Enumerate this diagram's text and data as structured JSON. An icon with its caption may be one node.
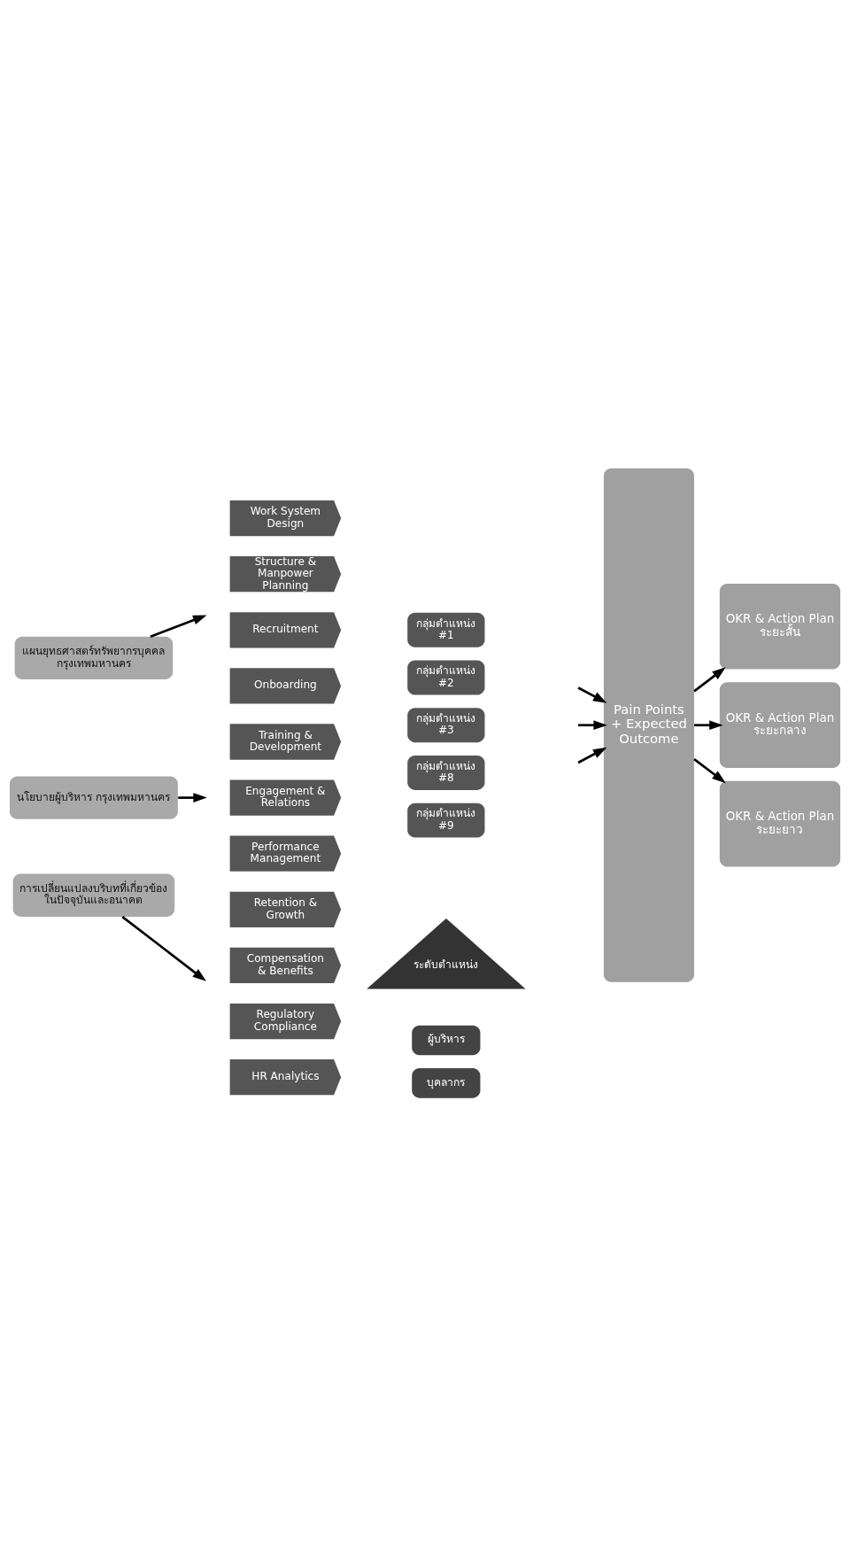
{
  "diagram": {
    "nodes": [
      {
        "text": [
          "แผนยุทธศาสตร์ทรัพยากรบุคคล กรุงเทพมหานคร"
        ]
      },
      {
        "text": [
          "นโยบายผู้บริหาร กรุงเทพมหานคร"
        ]
      },
      {
        "text": [
          "การเปลี่ยนแปลงบริบทที่เกี่ยวข้อง ในปัจจุบันและอนาคต"
        ]
      },
      {
        "text": [
          "ระดับตำแหน่ง"
        ]
      },
      {
        "text": [
          "Work System Design"
        ]
      },
      {
        "text": [
          "Structure & Manpower Planning"
        ]
      },
      {
        "text": [
          "Recruitment"
        ]
      },
      {
        "text": [
          "Onboarding"
        ]
      },
      {
        "text": [
          "Training & Development"
        ]
      },
      {
        "text": [
          "Engagement & Relations"
        ]
      },
      {
        "text": [
          "Performance Management"
        ]
      },
      {
        "text": [
          "Retention & Growth"
        ]
      },
      {
        "text": [
          "Compensation & Benefits"
        ]
      },
      {
        "text": [
          "Regulatory Compliance"
        ]
      },
      {
        "text": [
          "HR Analytics"
        ]
      },
      {
        "text": [
          "กลุ่มตำแหน่ง #1"
        ]
      },
      {
        "text": [
          "กลุ่มตำแหน่ง #2"
        ]
      },
      {
        "text": [
          "กลุ่มตำแหน่ง #3"
        ]
      },
      {
        "text": [
          "กลุ่มตำแหน่ง #8"
        ]
      },
      {
        "text": [
          "กลุ่มตำแหน่ง #9"
        ]
      },
      {
        "text": [
          "ผู้บริหาร"
        ]
      },
      {
        "text": [
          "บุคลากร"
        ]
      },
      {
        "text": [
          "Pain Points + Expected Outcome"
        ]
      },
      {
        "text": [
          "OKR & Action Plan",
          "ระยะสั้น"
        ]
      },
      {
        "text": [
          "OKR & Action Plan",
          "ระยะกลาง"
        ]
      },
      {
        "text": [
          "OKR & Action Plan",
          "ระยะยาว"
        ]
      }
    ],
    "edges": [
      {
        "from": 0,
        "to": null,
        "arrow": "to"
      },
      {
        "from": 1,
        "to": null,
        "arrow": "to"
      },
      {
        "from": 2,
        "to": null,
        "arrow": "to"
      },
      {
        "from": null,
        "to": 22,
        "arrow": "to"
      },
      {
        "from": null,
        "to": 22,
        "arrow": "to"
      },
      {
        "from": null,
        "to": 22,
        "arrow": "to"
      },
      {
        "from": 22,
        "to": 23,
        "arrow": "to"
      },
      {
        "from": 22,
        "to": 24,
        "arrow": "to"
      },
      {
        "from": 22,
        "to": 25,
        "arrow": "to"
      }
    ]
  }
}
